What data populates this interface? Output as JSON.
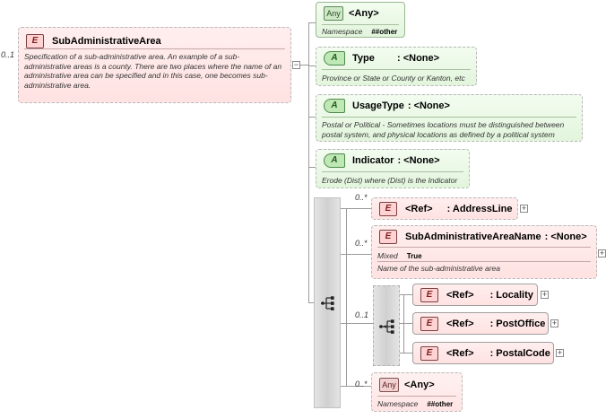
{
  "root": {
    "cardinality": "0..1",
    "name": "SubAdministrativeArea",
    "description": "Specification of a sub-administrative area. An example of a sub-administrative areas is a county. There are two places where the name of an administrative area can be specified and in this case, one becomes sub-administrative area."
  },
  "badges": {
    "element": "E",
    "attribute": "A",
    "any": "Any"
  },
  "any_top": {
    "label": "<Any>",
    "ns_label": "Namespace",
    "ns_value": "##other"
  },
  "attr_type": {
    "name": "Type",
    "type": ": <None>",
    "desc": "Province or State or County or Kanton, etc"
  },
  "attr_usage": {
    "name": "UsageType",
    "type": ": <None>",
    "desc": "Postal or Political - Sometimes locations must be distinguished between postal system, and physical locations as defined by a political system"
  },
  "attr_indicator": {
    "name": "Indicator",
    "type": ": <None>",
    "desc": "Erode (Dist) where (Dist) is the Indicator"
  },
  "address_line": {
    "cardinality": "0..*",
    "ref": "<Ref>",
    "name": ": AddressLine"
  },
  "sub_admin_name": {
    "cardinality": "0..*",
    "name": "SubAdministrativeAreaName",
    "type": ": <None>",
    "mixed_label": "Mixed",
    "mixed_value": "True",
    "desc": "Name of the sub-administrative area"
  },
  "choice": {
    "cardinality": "0..1"
  },
  "locality": {
    "ref": "<Ref>",
    "name": ": Locality"
  },
  "post_office": {
    "ref": "<Ref>",
    "name": ": PostOffice"
  },
  "postal_code": {
    "ref": "<Ref>",
    "name": ": PostalCode"
  },
  "any_bottom": {
    "cardinality": "0..*",
    "label": "<Any>",
    "ns_label": "Namespace",
    "ns_value": "##other"
  },
  "colors": {
    "element_fill": "#ffe6e6",
    "attribute_fill": "#e6f6e0",
    "connector": "#9a9a9a"
  }
}
